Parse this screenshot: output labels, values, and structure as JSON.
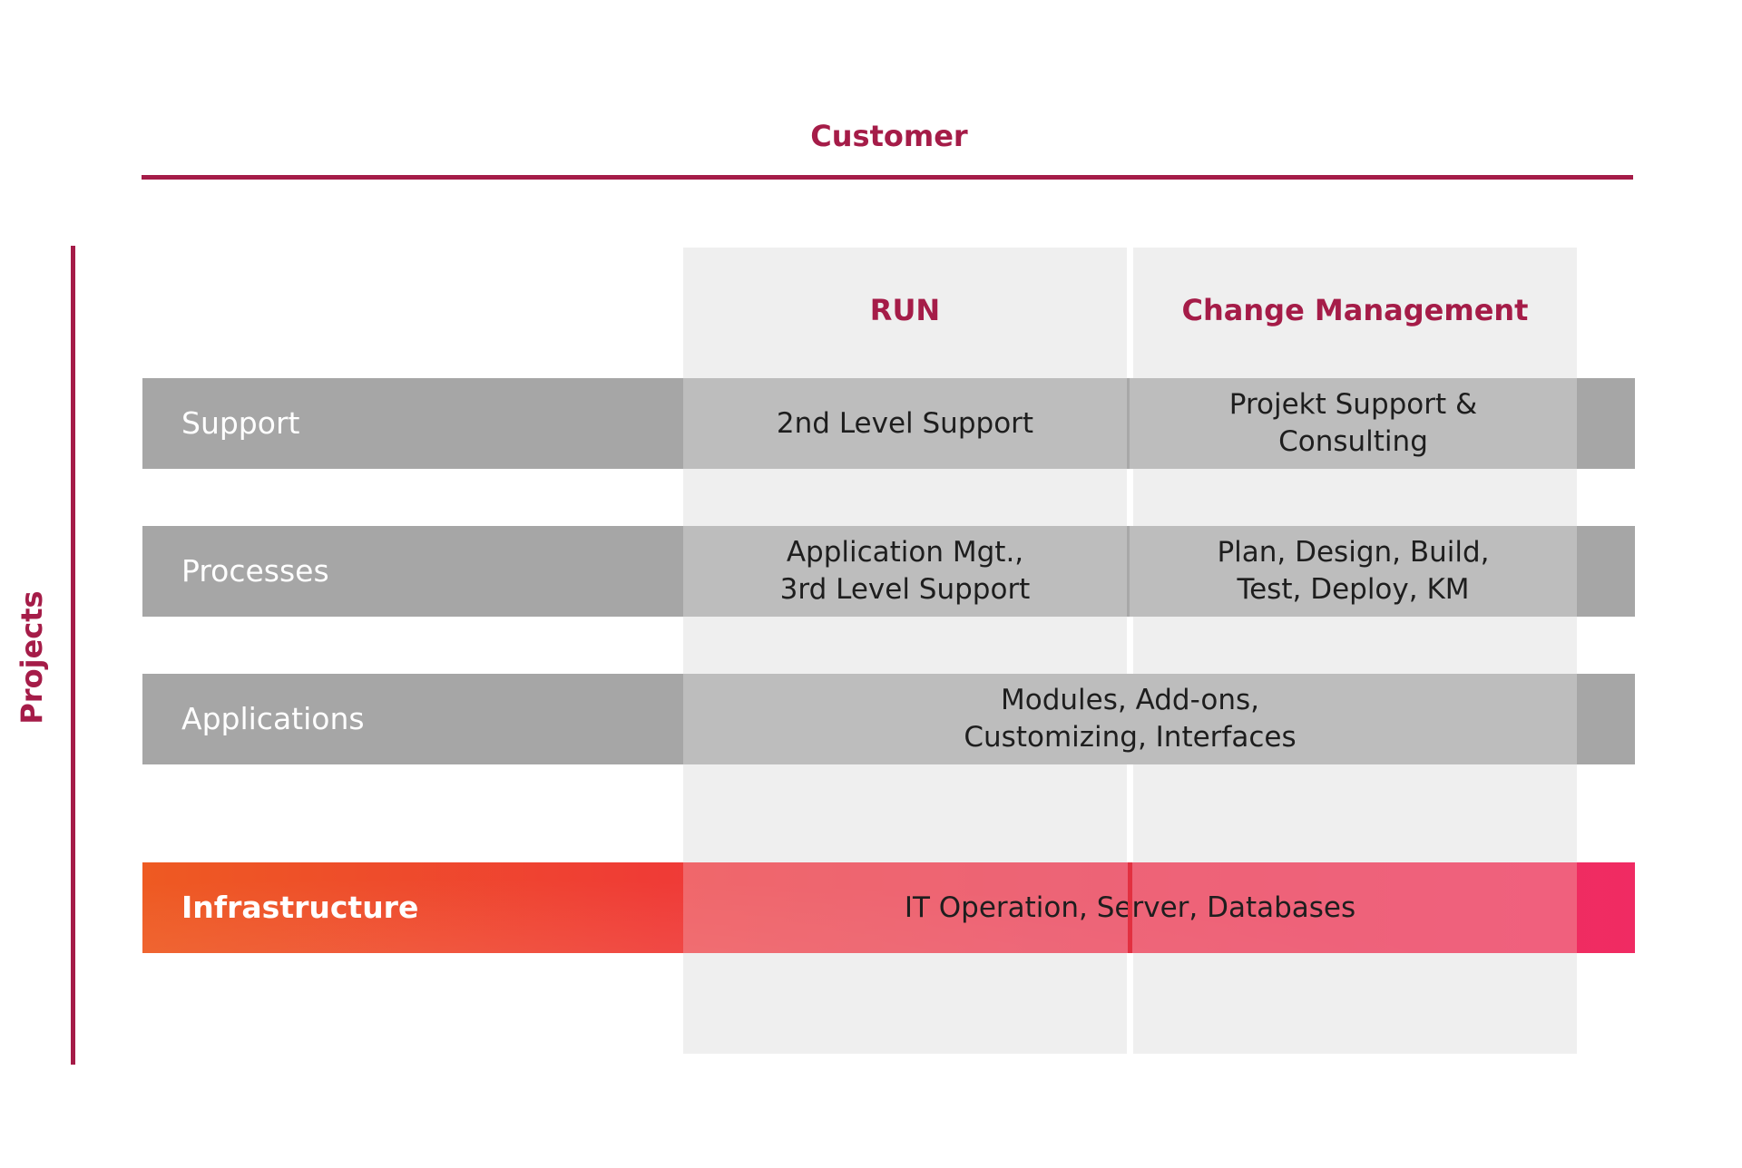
{
  "axes": {
    "customer": "Customer",
    "projects": "Projects"
  },
  "columns": [
    "RUN",
    "Change Management"
  ],
  "rows": [
    {
      "label": "Support",
      "run": "2nd Level Support",
      "change": "Projekt Support &\nConsulting"
    },
    {
      "label": "Processes",
      "run": "Application Mgt.,\n3rd Level Support",
      "change": "Plan, Design, Build,\nTest, Deploy, KM"
    },
    {
      "label": "Applications",
      "span": "Modules, Add-ons,\nCustomizing, Interfaces"
    },
    {
      "label": "Infrastructure",
      "span": "IT Operation, Server, Databases"
    }
  ],
  "colors": {
    "accent": "#a51c48",
    "row_gray": "#a6a6a6",
    "cell_gray": "#bdbdbd",
    "column_bg": "#efefef",
    "infra_orange": "#ee5a22",
    "infra_pink": "#f02b63"
  }
}
